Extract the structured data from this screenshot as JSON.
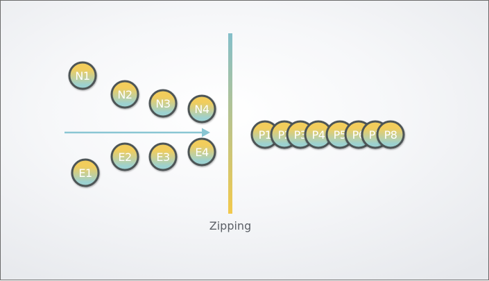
{
  "caption": "Zipping",
  "colors": {
    "node_top": "#f2cd5b",
    "node_bottom": "#9cd1d0",
    "node_stroke": "#4d5457",
    "arrow": "#8ac6d3",
    "bar_top": "#84bfca",
    "bar_bottom": "#f2c94c"
  },
  "inputs": {
    "n_nodes": [
      "N1",
      "N2",
      "N3",
      "N4"
    ],
    "e_nodes": [
      "E1",
      "E2",
      "E3",
      "E4"
    ]
  },
  "outputs": {
    "p_nodes": [
      "P1",
      "P2",
      "P3",
      "P4",
      "P5",
      "P6",
      "P7",
      "P8"
    ]
  }
}
